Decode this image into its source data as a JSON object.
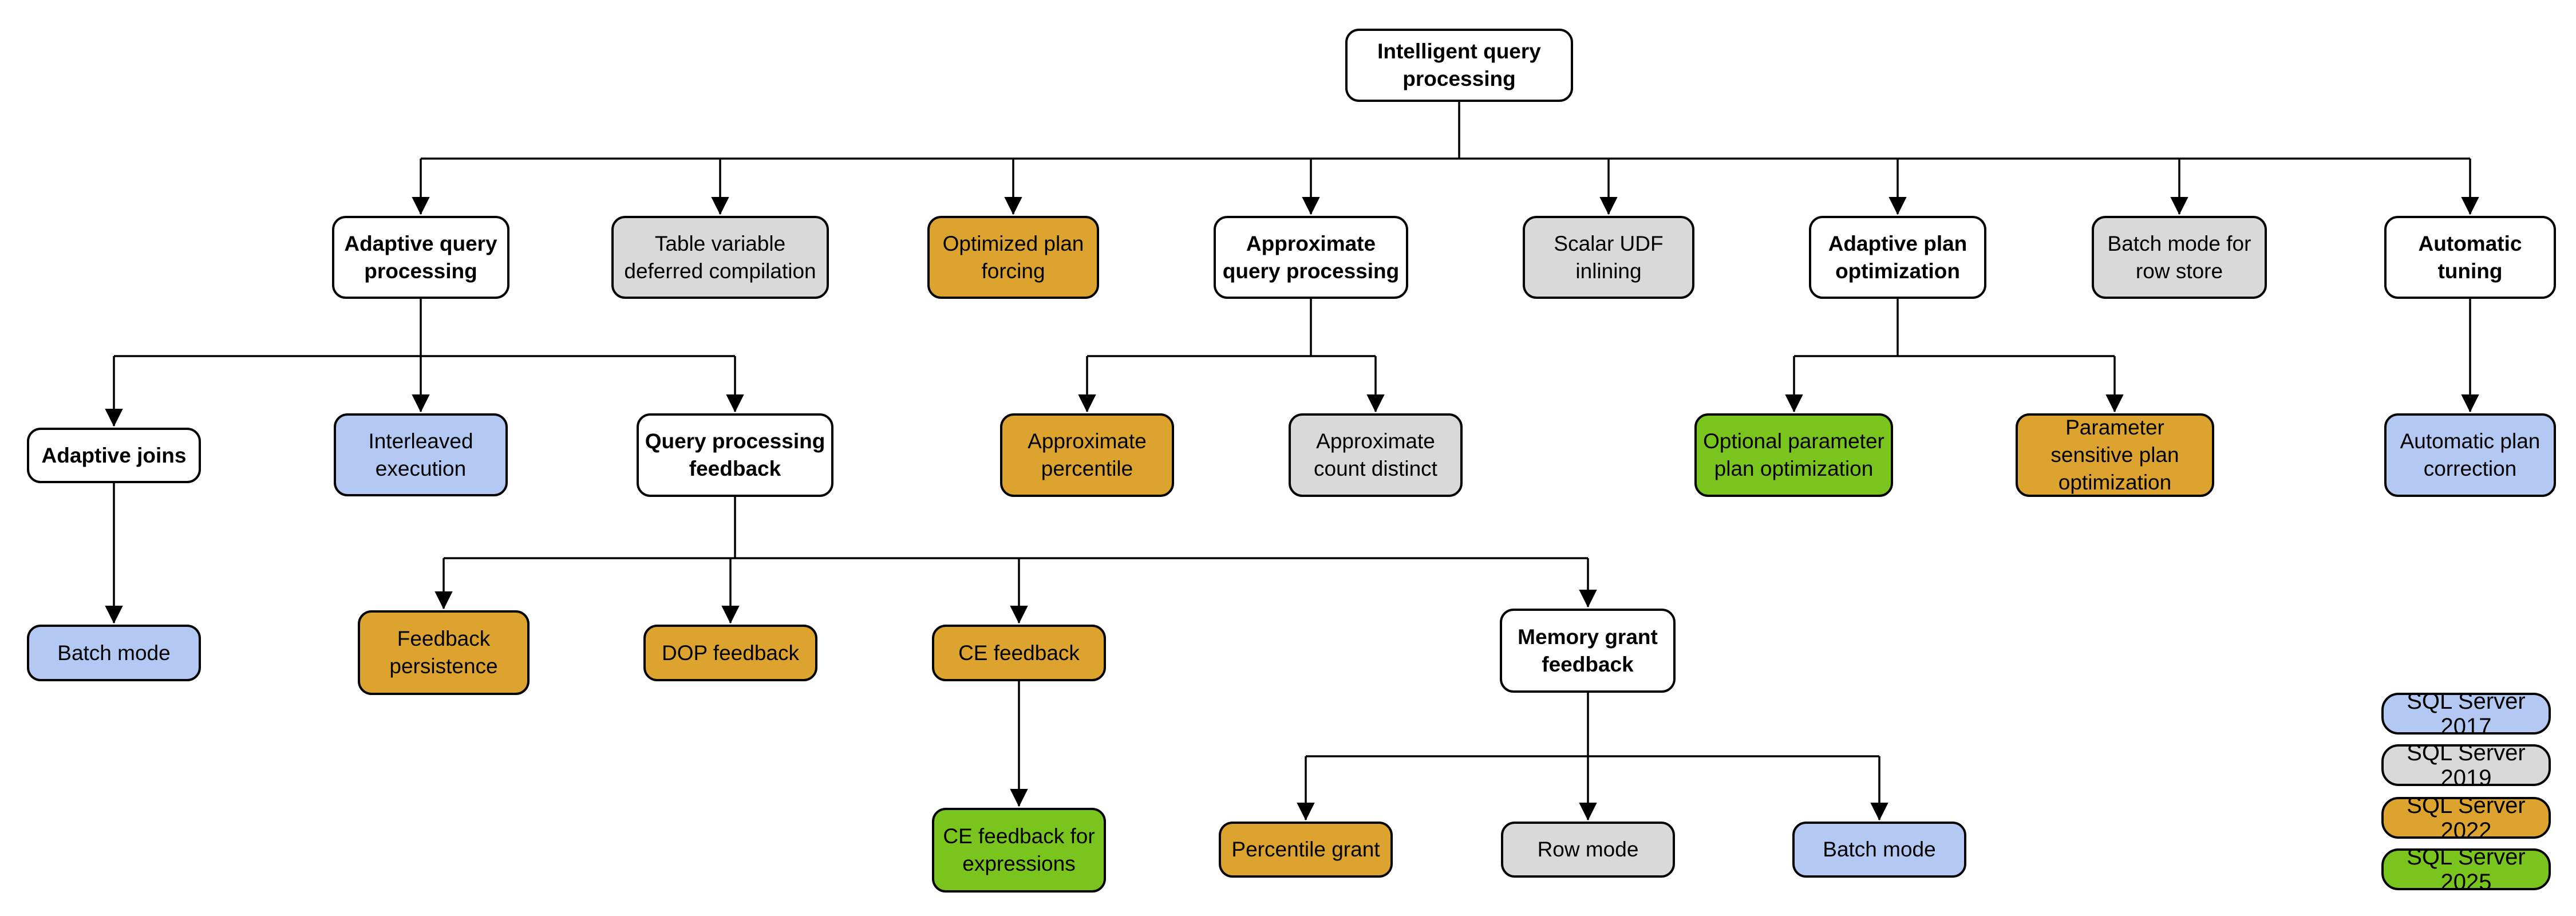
{
  "diagram_title": "Intelligent query processing",
  "colors": {
    "blue": "#b3c8f2",
    "gray": "#d9d9d9",
    "gold": "#dca42e",
    "green": "#79c41d",
    "border": "#000000",
    "line": "#000000",
    "background": "#ffffff"
  },
  "legend": {
    "items": [
      {
        "label": "SQL Server 2017",
        "color": "#b3c8f2"
      },
      {
        "label": "SQL Server 2019",
        "color": "#d9d9d9"
      },
      {
        "label": "SQL Server 2022",
        "color": "#dca42e"
      },
      {
        "label": "SQL Server 2025",
        "color": "#79c41d"
      }
    ]
  },
  "nodes": {
    "root": {
      "label": "Intelligent query processing",
      "version": "category"
    },
    "adaptive_query_processing": {
      "label": "Adaptive query processing",
      "version": "category"
    },
    "table_variable_deferred_compilation": {
      "label": "Table variable deferred compilation",
      "version": "SQL Server 2019"
    },
    "optimized_plan_forcing": {
      "label": "Optimized plan forcing",
      "version": "SQL Server 2022"
    },
    "approximate_query_processing": {
      "label": "Approximate query processing",
      "version": "category"
    },
    "scalar_udf_inlining": {
      "label": "Scalar UDF inlining",
      "version": "SQL Server 2019"
    },
    "adaptive_plan_optimization": {
      "label": "Adaptive plan optimization",
      "version": "category"
    },
    "batch_mode_row_store": {
      "label": "Batch mode for row store",
      "version": "SQL Server 2019"
    },
    "automatic_tuning": {
      "label": "Automatic tuning",
      "version": "category"
    },
    "adaptive_joins": {
      "label": "Adaptive joins",
      "version": "category"
    },
    "interleaved_execution": {
      "label": "Interleaved execution",
      "version": "SQL Server 2017"
    },
    "query_processing_feedback": {
      "label": "Query processing feedback",
      "version": "category"
    },
    "approximate_percentile": {
      "label": "Approximate percentile",
      "version": "SQL Server 2022"
    },
    "approximate_count_distinct": {
      "label": "Approximate count distinct",
      "version": "SQL Server 2019"
    },
    "optional_parameter_plan_optimization": {
      "label": "Optional parameter plan optimization",
      "version": "SQL Server 2025"
    },
    "parameter_sensitive_plan_optimization": {
      "label": "Parameter sensitive plan optimization",
      "version": "SQL Server 2022"
    },
    "automatic_plan_correction": {
      "label": "Automatic plan correction",
      "version": "SQL Server 2017"
    },
    "batch_mode_adaptive_joins": {
      "label": "Batch mode",
      "version": "SQL Server 2017"
    },
    "feedback_persistence": {
      "label": "Feedback persistence",
      "version": "SQL Server 2022"
    },
    "dop_feedback": {
      "label": "DOP feedback",
      "version": "SQL Server 2022"
    },
    "ce_feedback": {
      "label": "CE feedback",
      "version": "SQL Server 2022"
    },
    "memory_grant_feedback": {
      "label": "Memory grant feedback",
      "version": "category"
    },
    "ce_feedback_for_expressions": {
      "label": "CE feedback for expressions",
      "version": "SQL Server 2025"
    },
    "percentile_grant": {
      "label": "Percentile grant",
      "version": "SQL Server 2022"
    },
    "row_mode": {
      "label": "Row mode",
      "version": "SQL Server 2019"
    },
    "batch_mode_memory_grant": {
      "label": "Batch mode",
      "version": "SQL Server 2017"
    }
  },
  "hierarchy": {
    "Intelligent query processing": {
      "Adaptive query processing": [
        "Adaptive joins > Batch mode",
        "Interleaved execution",
        "Query processing feedback > Feedback persistence | DOP feedback | CE feedback > CE feedback for expressions | Memory grant feedback > Percentile grant | Row mode | Batch mode"
      ],
      "Table variable deferred compilation": [],
      "Optimized plan forcing": [],
      "Approximate query processing": [
        "Approximate percentile",
        "Approximate count distinct"
      ],
      "Scalar UDF inlining": [],
      "Adaptive plan optimization": [
        "Optional parameter plan optimization",
        "Parameter sensitive plan optimization"
      ],
      "Batch mode for row store": [],
      "Automatic tuning": [
        "Automatic plan correction"
      ]
    }
  }
}
